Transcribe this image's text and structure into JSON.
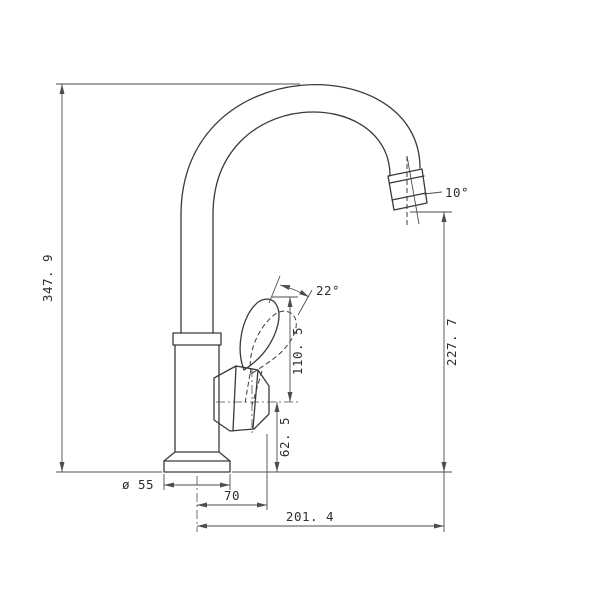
{
  "colors": {
    "background": "#ffffff",
    "line": "#3a3a3a",
    "dimension_line": "#4d4d4d",
    "text": "#2e2e2e"
  },
  "drawing": {
    "labels": {
      "total_height": "347. 9",
      "outlet_height": "227. 7",
      "handle_length": "110. 5",
      "handle_center_height": "62. 5",
      "outlet_angle": "10°",
      "handle_swing_angle": "22°",
      "base_diameter": "ø 55",
      "handle_offset": "70",
      "spout_reach": "201. 4"
    }
  }
}
